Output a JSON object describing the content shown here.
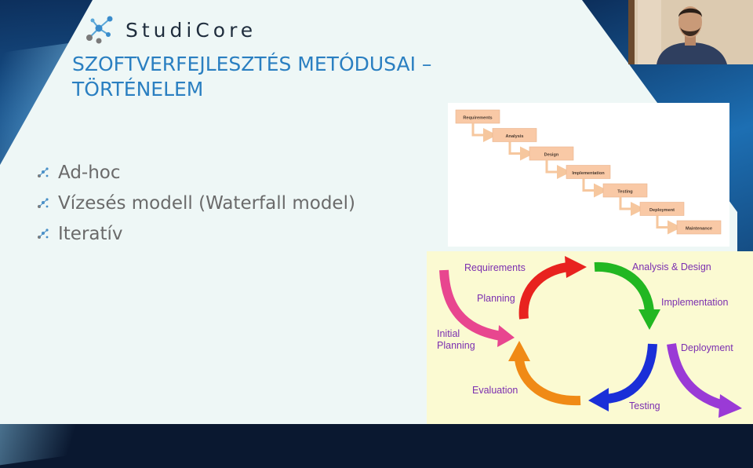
{
  "logo": {
    "text": "StudiCore",
    "icon": "network-nodes-icon"
  },
  "slide": {
    "title": "SZOFTVERFEJLESZTÉS METÓDUSAI – TÖRTÉNELEM",
    "bullets": [
      "Ad-hoc",
      "Vízesés modell (Waterfall model)",
      "Iteratív"
    ]
  },
  "waterfall": {
    "steps": [
      "Requirements",
      "Analysis",
      "Design",
      "Implementation",
      "Testing",
      "Deployment",
      "Maintenance"
    ]
  },
  "iterative": {
    "labels": {
      "requirements": "Requirements",
      "analysis_design": "Analysis & Design",
      "planning": "Planning",
      "implementation": "Implementation",
      "initial": "Initial",
      "planning2": "Planning",
      "deployment": "Deployment",
      "evaluation": "Evaluation",
      "testing": "Testing"
    }
  },
  "webcam": {
    "icon": "presenter-video-icon"
  },
  "colors": {
    "title": "#2a7fc1",
    "bullet_text": "#6a6a6a",
    "waterfall_box": "#f9c9a6",
    "iter_label": "#7b2fb0"
  }
}
